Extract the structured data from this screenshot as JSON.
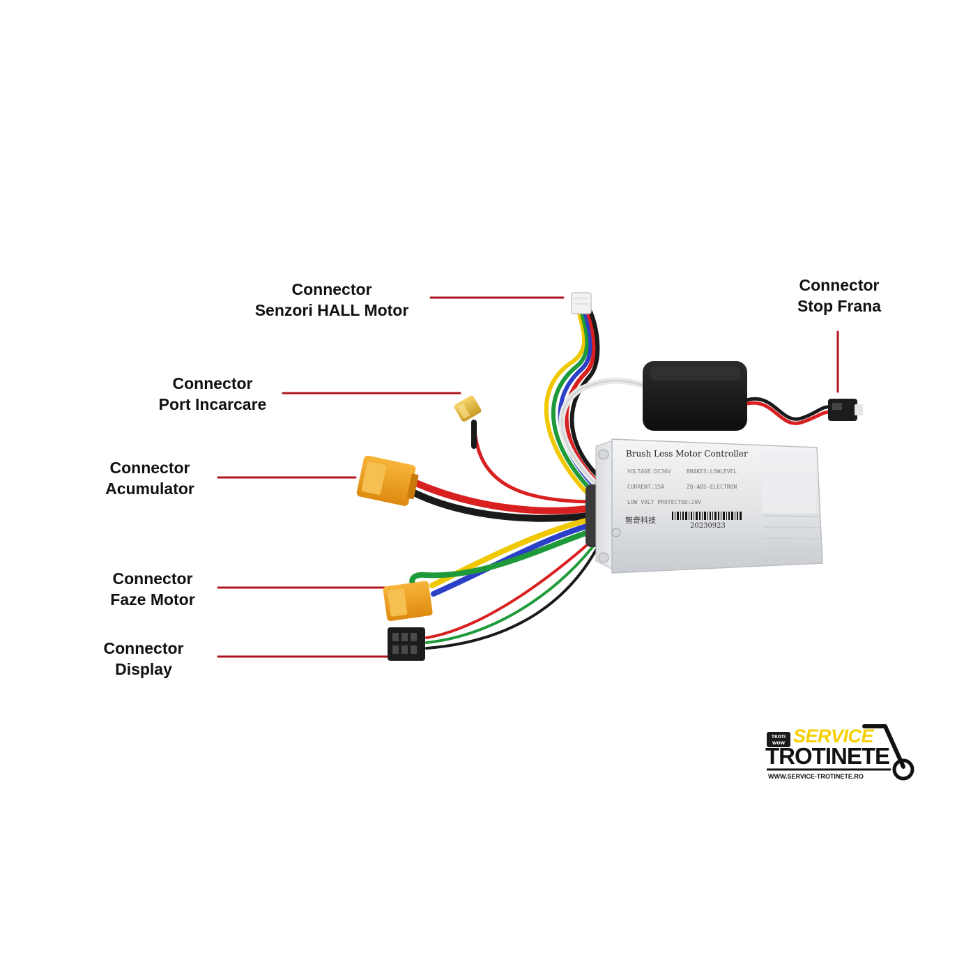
{
  "callouts": {
    "hall": {
      "line1": "Connector",
      "line2": "Senzori HALL Motor"
    },
    "brake": {
      "line1": "Connector",
      "line2": "Stop Frana"
    },
    "charge": {
      "line1": "Connector",
      "line2": "Port Incarcare"
    },
    "battery": {
      "line1": "Connector",
      "line2": "Acumulator"
    },
    "phase": {
      "line1": "Connector",
      "line2": "Faze Motor"
    },
    "display": {
      "line1": "Connector",
      "line2": "Display"
    }
  },
  "controller": {
    "title": "Brush Less Motor Controller",
    "voltage": "VOLTAGE:DC36V",
    "brakes": "BRAKES:LOWLEVEL",
    "current": "CURRENT:15A",
    "model": "ZQ-ABS-ELECTRON",
    "low_volt": "LOW VOLT PROTECTED:29V",
    "brand": "智奇科技",
    "serial": "20230923"
  },
  "watermark": {
    "badge_top": "TROTI",
    "badge_bottom": "WOW",
    "service": "SERVICE",
    "trotinete": "TROTINETE",
    "url": "WWW.SERVICE-TROTINETE.RO"
  },
  "colors": {
    "leader_line": "#b0151f",
    "wire_red": "#d92020",
    "wire_black": "#1a1a1a",
    "wire_yellow": "#f0c800",
    "wire_green": "#1f9a3a",
    "wire_blue": "#2b3fc7",
    "connector_orange": "#f0a21a",
    "brand_yellow": "#f5d000"
  }
}
